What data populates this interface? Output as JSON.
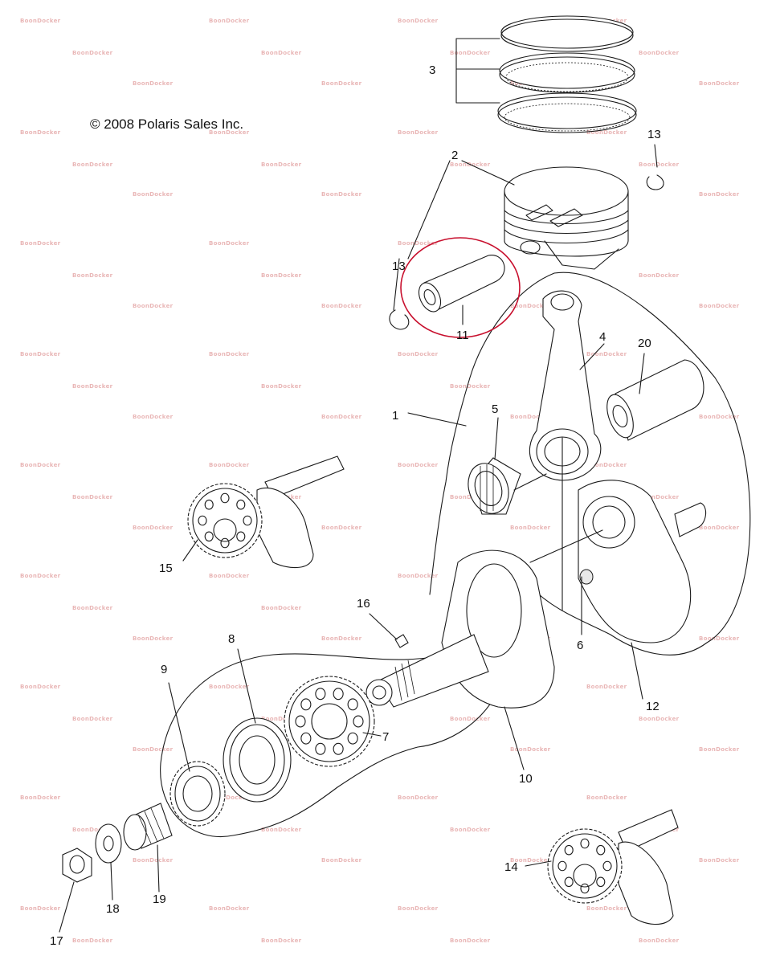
{
  "copyright": "© 2008 Polaris Sales Inc.",
  "watermark": "BoonDocker",
  "highlight_color": "#c8102e",
  "callouts": {
    "c1": "1",
    "c2": "2",
    "c3": "3",
    "c4": "4",
    "c5": "5",
    "c6": "6",
    "c7": "7",
    "c8": "8",
    "c9": "9",
    "c10": "10",
    "c11": "11",
    "c12": "12",
    "c13a": "13",
    "c13b": "13",
    "c14": "14",
    "c15": "15",
    "c16": "16",
    "c17": "17",
    "c18": "18",
    "c19": "19",
    "c20": "20"
  }
}
